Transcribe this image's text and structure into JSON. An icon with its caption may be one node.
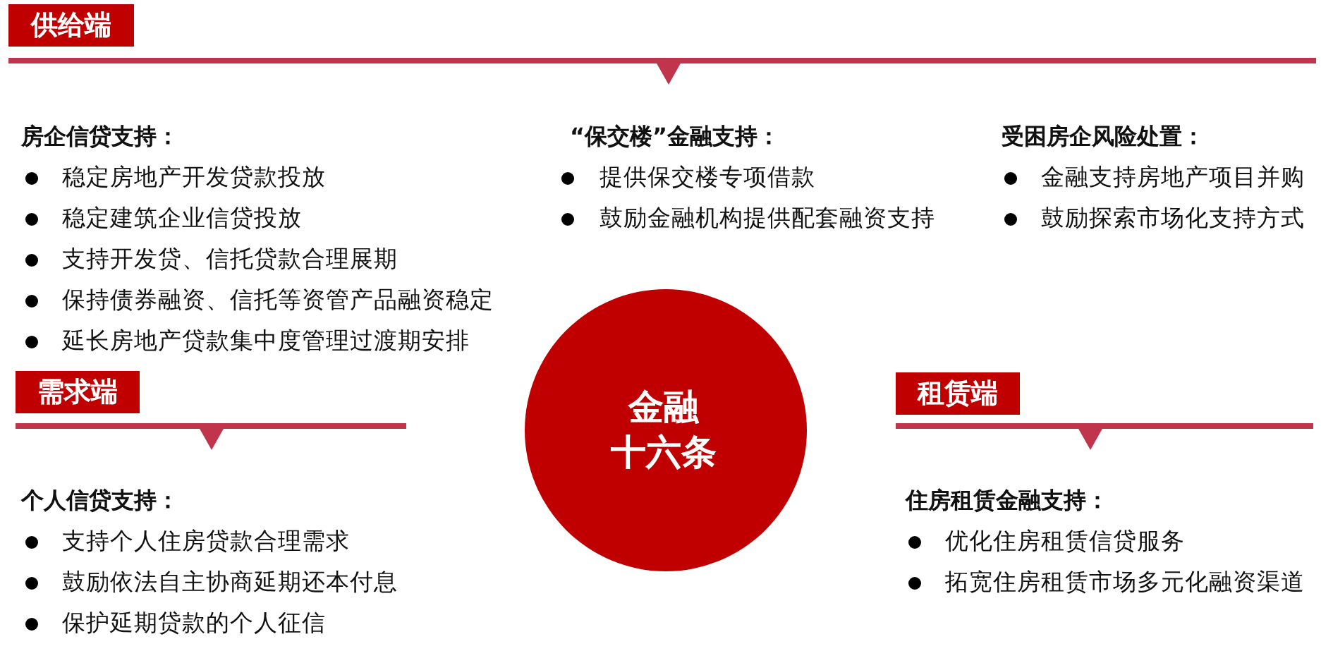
{
  "diagram": {
    "nodes": [
      {
        "text": [
          "供给端"
        ]
      },
      {
        "text": [
          "需求端"
        ]
      },
      {
        "text": [
          "租赁端"
        ]
      },
      {
        "text": [
          "金融十六条"
        ]
      }
    ],
    "labels": [
      "房企信贷支持：",
      "稳定房地产开发贷款投放",
      "稳定建筑企业信贷投放",
      "支持开发贷、信托贷款合理展期",
      "保持债券融资、信托等资管产品融资稳定",
      "延长房地产贷款集中度管理过渡期安排",
      "“保交楼”金融支持：",
      "提供保交楼专项借款",
      "鼓励金融机构提供配套融资支持",
      "受困房企风险处置：",
      "金融支持房地产项目并购",
      "鼓励探索市场化支持方式",
      "个人信贷支持：",
      "支持个人住房贷款合理需求",
      "鼓励依法自主协商延期还本付息",
      "保护延期贷款的个人征信",
      "住房租赁金融支持：",
      "优化住房租赁信贷服务",
      "拓宽住房租赁市场多元化融资渠道"
    ]
  }
}
